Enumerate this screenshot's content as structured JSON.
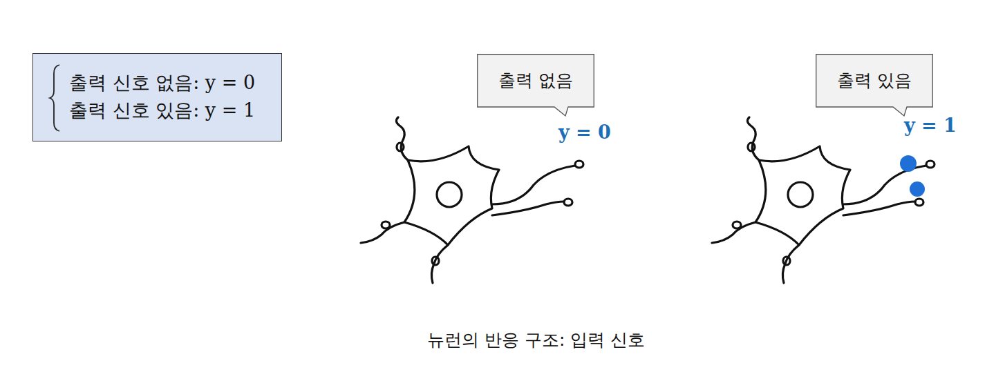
{
  "diagram": {
    "caption": "뉴런의 반응 구조: 입력 신호",
    "nodes": [
      {
        "text": [
          "출력 신호 없음: y = 0",
          "출력 신호 있음: y = 1"
        ]
      },
      {
        "text": [
          "출력 없음"
        ]
      },
      {
        "text": [
          "출력 있음"
        ]
      }
    ],
    "labels": [
      "y = 0",
      "y = 1"
    ]
  }
}
